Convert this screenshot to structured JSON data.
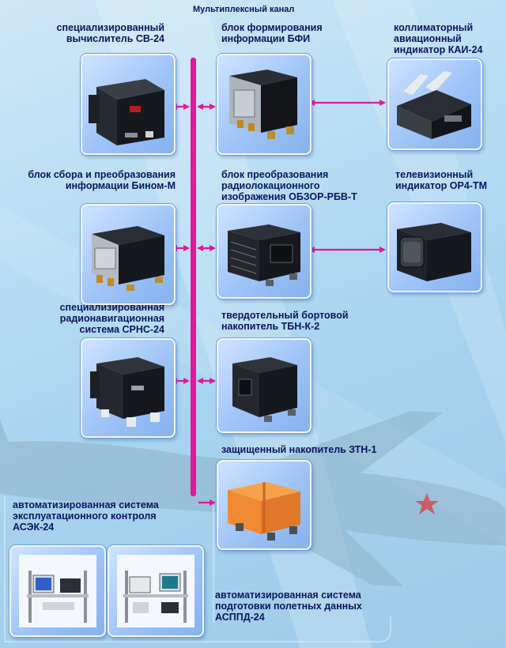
{
  "bus_label": "Мультиплексный канал",
  "units": {
    "sv24": {
      "line1": "специализированный",
      "line2": "вычислитель СВ-24"
    },
    "bfi": {
      "line1": "блок формирования",
      "line2": "информации БФИ"
    },
    "kai24": {
      "line1": "коллиматорный",
      "line2": "авиационный",
      "line3": "индикатор КАИ-24"
    },
    "binom": {
      "line1": "блок сбора и преобразования",
      "line2": "информации Бином-М"
    },
    "obzor": {
      "line1": "блок  преобразования",
      "line2": "радиолокационного",
      "line3": "изображения ОБЗОР-РБВ-Т"
    },
    "or4": {
      "line1": "телевизионный",
      "line2": "индикатор ОР4-ТМ"
    },
    "srns": {
      "line1": "специализированная",
      "line2": "радионавигационная",
      "line3": "система СРНС-24"
    },
    "tbn": {
      "line1": "твердотельный бортовой",
      "line2": "накопитель ТБН-К-2"
    },
    "ztn": {
      "line1": "защищенный накопитель ЗТН-1"
    },
    "asek": {
      "line1": "автоматизированная   система",
      "line2": "эксплуатационного   контроля",
      "line3": "АСЭК-24"
    },
    "asppd": {
      "line1": "автоматизированная   система",
      "line2": "подготовки полетных данных",
      "line3": "АСППД-24"
    }
  },
  "colors": {
    "bus": "#e0189a",
    "text": "#0b1560",
    "card": "#9ec3f7"
  }
}
